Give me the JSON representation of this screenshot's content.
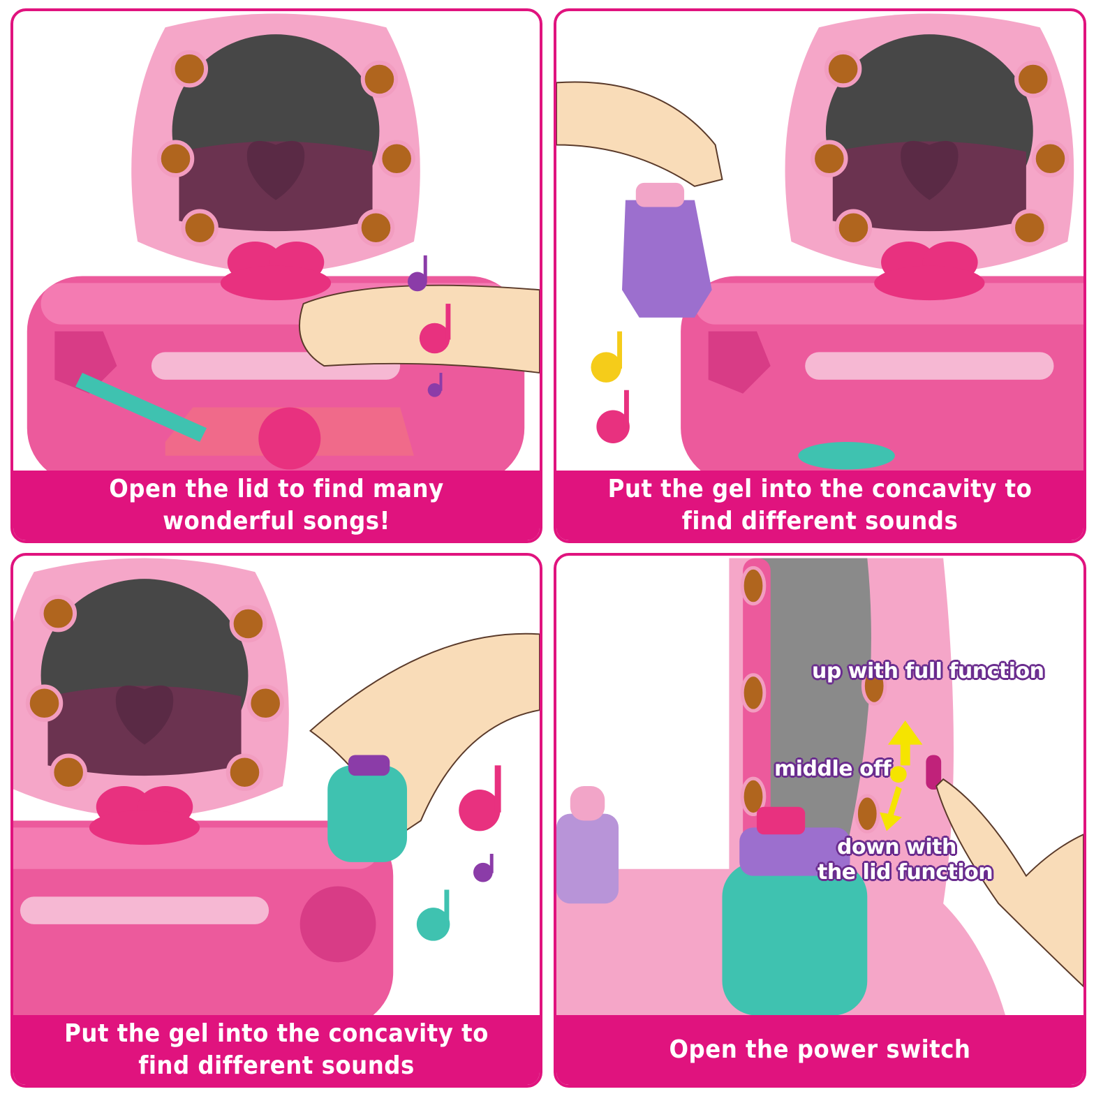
{
  "panels": [
    {
      "caption": "Open the lid to find many\nwonderful songs!"
    },
    {
      "caption": "Put the gel into the concavity to\nfind different sounds"
    },
    {
      "caption": "Put the gel into the concavity to\nfind different sounds"
    },
    {
      "caption": "Open the power switch",
      "labels": {
        "up": "up with full function",
        "middle": "middle off",
        "down_1": "down with",
        "down_2": "the lid function"
      }
    }
  ],
  "colors": {
    "brand": "#e0137e",
    "label_outline": "#6a2c8e",
    "arrow": "#f5e400"
  }
}
